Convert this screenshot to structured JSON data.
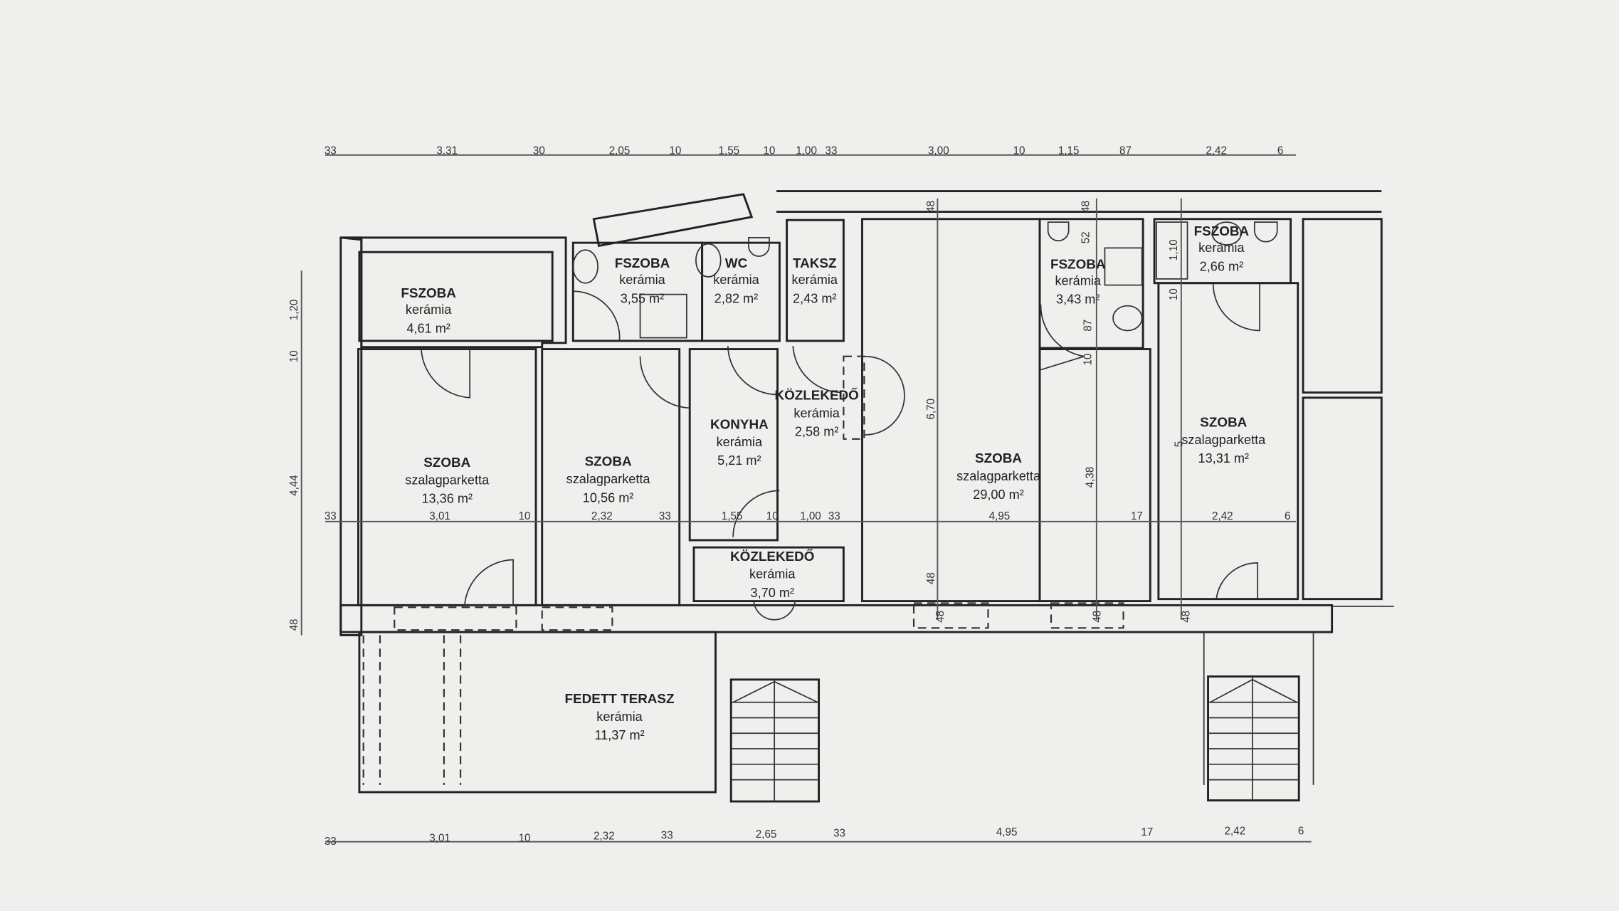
{
  "rooms": [
    {
      "name": "FSZOBA",
      "floor": "kerámia",
      "area": "4,61 m²"
    },
    {
      "name": "FSZOBA",
      "floor": "kerámia",
      "area": "3,55 m²"
    },
    {
      "name": "WC",
      "floor": "kerámia",
      "area": "2,82 m²"
    },
    {
      "name": "TAKSZ",
      "floor": "kerámia",
      "area": "2,43 m²"
    },
    {
      "name": "FSZOBA",
      "floor": "kerámia",
      "area": "3,43 m²"
    },
    {
      "name": "FSZOBA",
      "floor": "kerámia",
      "area": "2,66 m²"
    },
    {
      "name": "KÖZLEKEDŐ",
      "floor": "kerámia",
      "area": "2,58 m²"
    },
    {
      "name": "KONYHA",
      "floor": "kerámia",
      "area": "5,21 m²"
    },
    {
      "name": "SZOBA",
      "floor": "szalagparketta",
      "area": "13,36 m²"
    },
    {
      "name": "SZOBA",
      "floor": "szalagparketta",
      "area": "10,56 m²"
    },
    {
      "name": "SZOBA",
      "floor": "szalagparketta",
      "area": "29,00 m²"
    },
    {
      "name": "SZOBA",
      "floor": "szalagparketta",
      "area": "13,31 m²"
    },
    {
      "name": "KÖZLEKEDŐ",
      "floor": "kerámia",
      "area": "3,70 m²"
    },
    {
      "name": "FEDETT TERASZ",
      "floor": "kerámia",
      "area": "11,37 m²"
    }
  ],
  "dimensions": {
    "top": [
      "33",
      "3,31",
      "30",
      "2,05",
      "10",
      "1,55",
      "10",
      "1,00",
      "33",
      "3,00",
      "10",
      "1,15",
      "87",
      "2,42",
      "6"
    ],
    "middle": [
      "33",
      "3,01",
      "10",
      "2,32",
      "33",
      "1,55",
      "10",
      "1,00",
      "33",
      "4,95",
      "17",
      "2,42",
      "6"
    ],
    "bottom": [
      "33",
      "3,01",
      "10",
      "2,32",
      "33",
      "2,65",
      "33",
      "4,95",
      "17",
      "2,42",
      "6"
    ],
    "left": [
      "1,20",
      "10",
      "4,44",
      "48"
    ],
    "interior": [
      "48",
      "6,70",
      "4,38",
      "48",
      "52",
      "1,10",
      "10",
      "87",
      "10",
      "5",
      "48",
      "48",
      "48",
      "48"
    ]
  }
}
